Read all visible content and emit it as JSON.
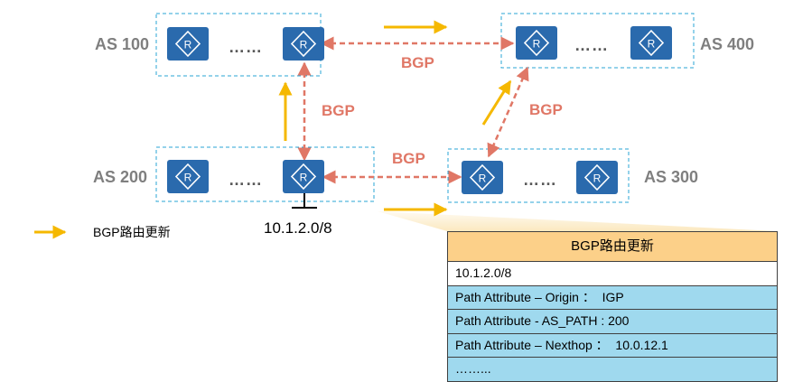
{
  "as_labels": {
    "as100": "AS 100",
    "as200": "AS 200",
    "as300": "AS 300",
    "as400": "AS 400"
  },
  "ellipsis": "……",
  "router_glyph": "R",
  "bgp_labels": {
    "as100_as400": "BGP",
    "as100_as200": "BGP",
    "as200_as300": "BGP",
    "as300_as400": "BGP"
  },
  "prefix": "10.1.2.0/8",
  "legend": {
    "label": "BGP路由更新",
    "color": "#f5b800"
  },
  "colors": {
    "router": "#2a6aad",
    "bgp_link": "#e07766",
    "as_border": "#2aa6d6",
    "update_arrow": "#f5b800"
  },
  "update_table": {
    "title": "BGP路由更新",
    "rows": [
      "10.1.2.0/8",
      "Path Attribute – Origin ：  IGP",
      "Path Attribute - AS_PATH : 200",
      "Path Attribute – Nexthop ：  10.0.12.1",
      "……..."
    ]
  }
}
